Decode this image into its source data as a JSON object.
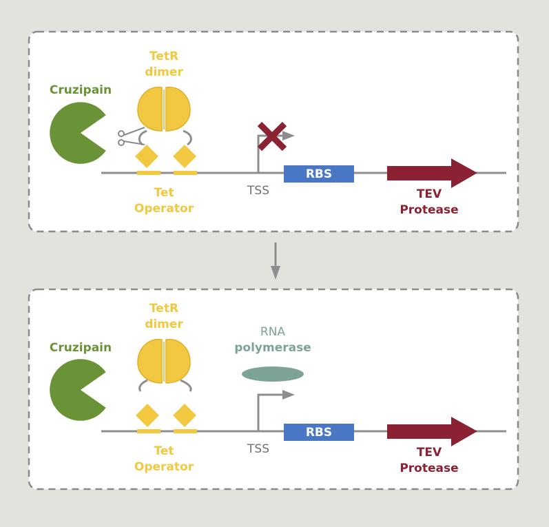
{
  "colors": {
    "background": "#e3e2dd",
    "panel": "#ffffff",
    "dashed_border": "#8a8a8a",
    "dna_line": "#8e8e8e",
    "cruzipain": "#6a9337",
    "tetr": "#f2c840",
    "tetr_stroke": "#e0b02a",
    "operator": "#f2c840",
    "rbs": "#4a76c6",
    "tev": "#8a2233",
    "cross": "#8a2233",
    "rna_polymerase": "#7da397",
    "tss_text": "#707070",
    "scissors": "#8a8a8a"
  },
  "panel_top": {
    "cruzipain_label": "Cruzipain",
    "tetr_label_line1": "TetR",
    "tetr_label_line2": "dimer",
    "operator_label_line1": "Tet",
    "operator_label_line2": "Operator",
    "tss_label": "TSS",
    "rbs_label": "RBS",
    "tev_label_line1": "TEV",
    "tev_label_line2": "Protease",
    "icons": [
      "scissors-icon",
      "cross-icon"
    ]
  },
  "panel_bottom": {
    "cruzipain_label": "Cruzipain",
    "tetr_label_line1": "TetR",
    "tetr_label_line2": "dimer",
    "rna_pol_label_line1": "RNA",
    "rna_pol_label_line2": "polymerase",
    "operator_label_line1": "Tet",
    "operator_label_line2": "Operator",
    "tss_label": "TSS",
    "rbs_label": "RBS",
    "tev_label_line1": "TEV",
    "tev_label_line2": "Protease"
  }
}
